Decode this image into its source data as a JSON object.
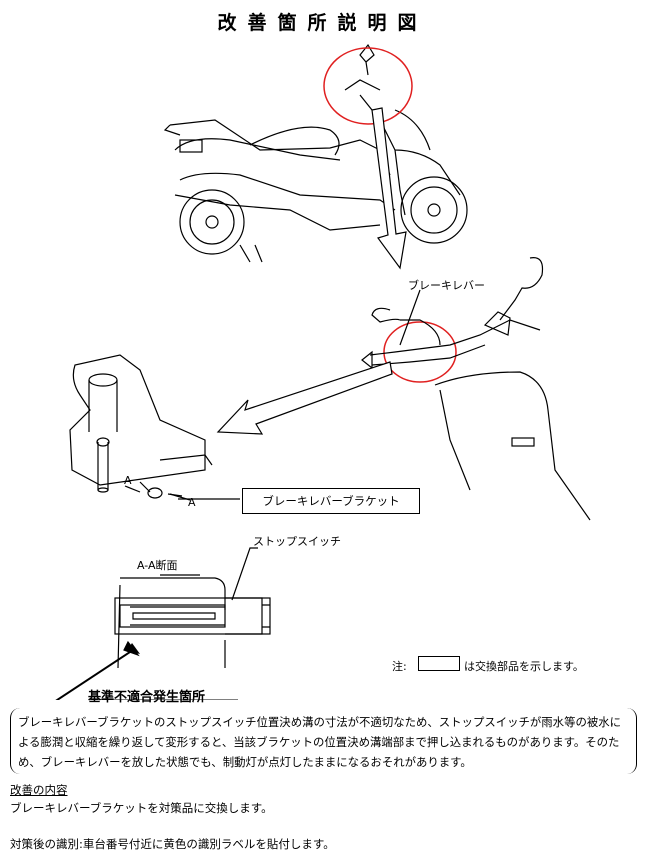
{
  "title": "改善箇所説明図",
  "labels": {
    "brake_lever": "ブレーキレバー",
    "brake_lever_bracket": "ブレーキレバーブラケット",
    "stop_switch": "ストップスイッチ",
    "section": "A-A断面",
    "a_left": "A",
    "a_right": "A",
    "defect": "基準不適合発生箇所"
  },
  "legend": {
    "prefix": "注:",
    "text": "は交換部品を示します。"
  },
  "description": "ブレーキレバーブラケットのストップスイッチ位置決め溝の寸法が不適切なため、ストップスイッチが雨水等の被水による膨潤と収縮を繰り返して変形すると、当該ブラケットの位置決め溝端部まで押し込まれるものがあります。そのため、ブレーキレバーを放した状態でも、制動灯が点灯したままになるおそれがあります。",
  "improvement": {
    "heading": "改善の内容",
    "body": "ブレーキレバーブラケットを対策品に交換します。"
  },
  "identification": "対策後の識別:車台番号付近に黄色の識別ラベルを貼付します。",
  "colors": {
    "highlight_circle": "#e02020",
    "line": "#000000"
  }
}
